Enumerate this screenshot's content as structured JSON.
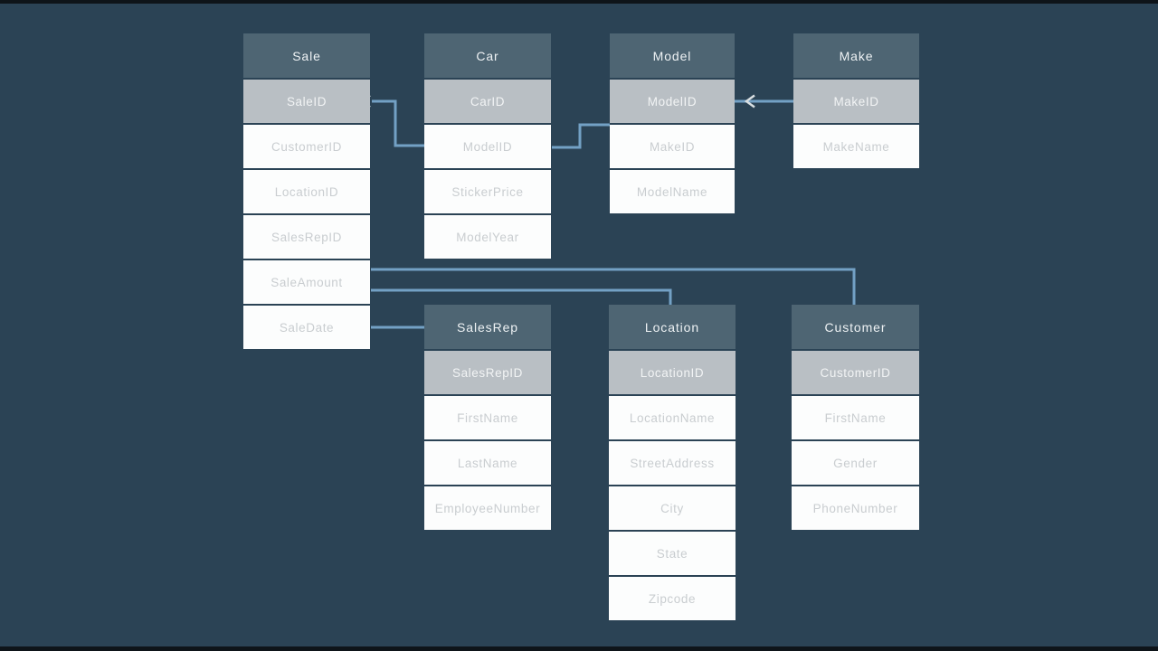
{
  "diagram": {
    "kind": "entity-relationship-diagram",
    "colors": {
      "background": "#2b4355",
      "letterbox": "#0e1419",
      "table_header_bg": "#4e6573",
      "table_header_text": "#eef2f4",
      "key_row_bg": "#b9bfc4",
      "key_row_text": "#f2f4f5",
      "row_bg": "#fcfdfd",
      "row_text": "#c9cdd0",
      "connector": "#73a1c5",
      "arrowhead": "#d9dfe2"
    }
  },
  "tables": [
    {
      "name": "Sale",
      "rows": [
        {
          "label": "SaleID",
          "key": true
        },
        {
          "label": "CustomerID",
          "key": false
        },
        {
          "label": "LocationID",
          "key": false
        },
        {
          "label": "SalesRepID",
          "key": false
        },
        {
          "label": "SaleAmount",
          "key": false
        },
        {
          "label": "SaleDate",
          "key": false
        }
      ]
    },
    {
      "name": "Car",
      "rows": [
        {
          "label": "CarID",
          "key": true
        },
        {
          "label": "ModelID",
          "key": false
        },
        {
          "label": "StickerPrice",
          "key": false
        },
        {
          "label": "ModelYear",
          "key": false
        }
      ]
    },
    {
      "name": "Model",
      "rows": [
        {
          "label": "ModelID",
          "key": true
        },
        {
          "label": "MakeID",
          "key": false
        },
        {
          "label": "ModelName",
          "key": false
        }
      ]
    },
    {
      "name": "Make",
      "rows": [
        {
          "label": "MakeID",
          "key": true
        },
        {
          "label": "MakeName",
          "key": false
        }
      ]
    },
    {
      "name": "SalesRep",
      "rows": [
        {
          "label": "SalesRepID",
          "key": true
        },
        {
          "label": "FirstName",
          "key": false
        },
        {
          "label": "LastName",
          "key": false
        },
        {
          "label": "EmployeeNumber",
          "key": false
        }
      ]
    },
    {
      "name": "Location",
      "rows": [
        {
          "label": "LocationID",
          "key": true
        },
        {
          "label": "LocationName",
          "key": false
        },
        {
          "label": "StreetAddress",
          "key": false
        },
        {
          "label": "City",
          "key": false
        },
        {
          "label": "State",
          "key": false
        },
        {
          "label": "Zipcode",
          "key": false
        }
      ]
    },
    {
      "name": "Customer",
      "rows": [
        {
          "label": "CustomerID",
          "key": true
        },
        {
          "label": "FirstName",
          "key": false
        },
        {
          "label": "Gender",
          "key": false
        },
        {
          "label": "PhoneNumber",
          "key": false
        }
      ]
    }
  ],
  "connections": [
    {
      "from": "Car.ModelID",
      "to": "Sale.SaleID",
      "arrow_at": "Sale.SaleID"
    },
    {
      "from": "Car.ModelID",
      "to": "Model.ModelID"
    },
    {
      "from": "Make.MakeID",
      "to": "Model.ModelID",
      "arrow_at": "Model.ModelID"
    },
    {
      "from": "Sale.SaleAmount-edge",
      "to": "Customer.header"
    },
    {
      "from": "Sale.SaleAmount-edge",
      "to": "Location.header"
    },
    {
      "from": "Sale.SaleDate",
      "to": "SalesRep.header"
    }
  ]
}
